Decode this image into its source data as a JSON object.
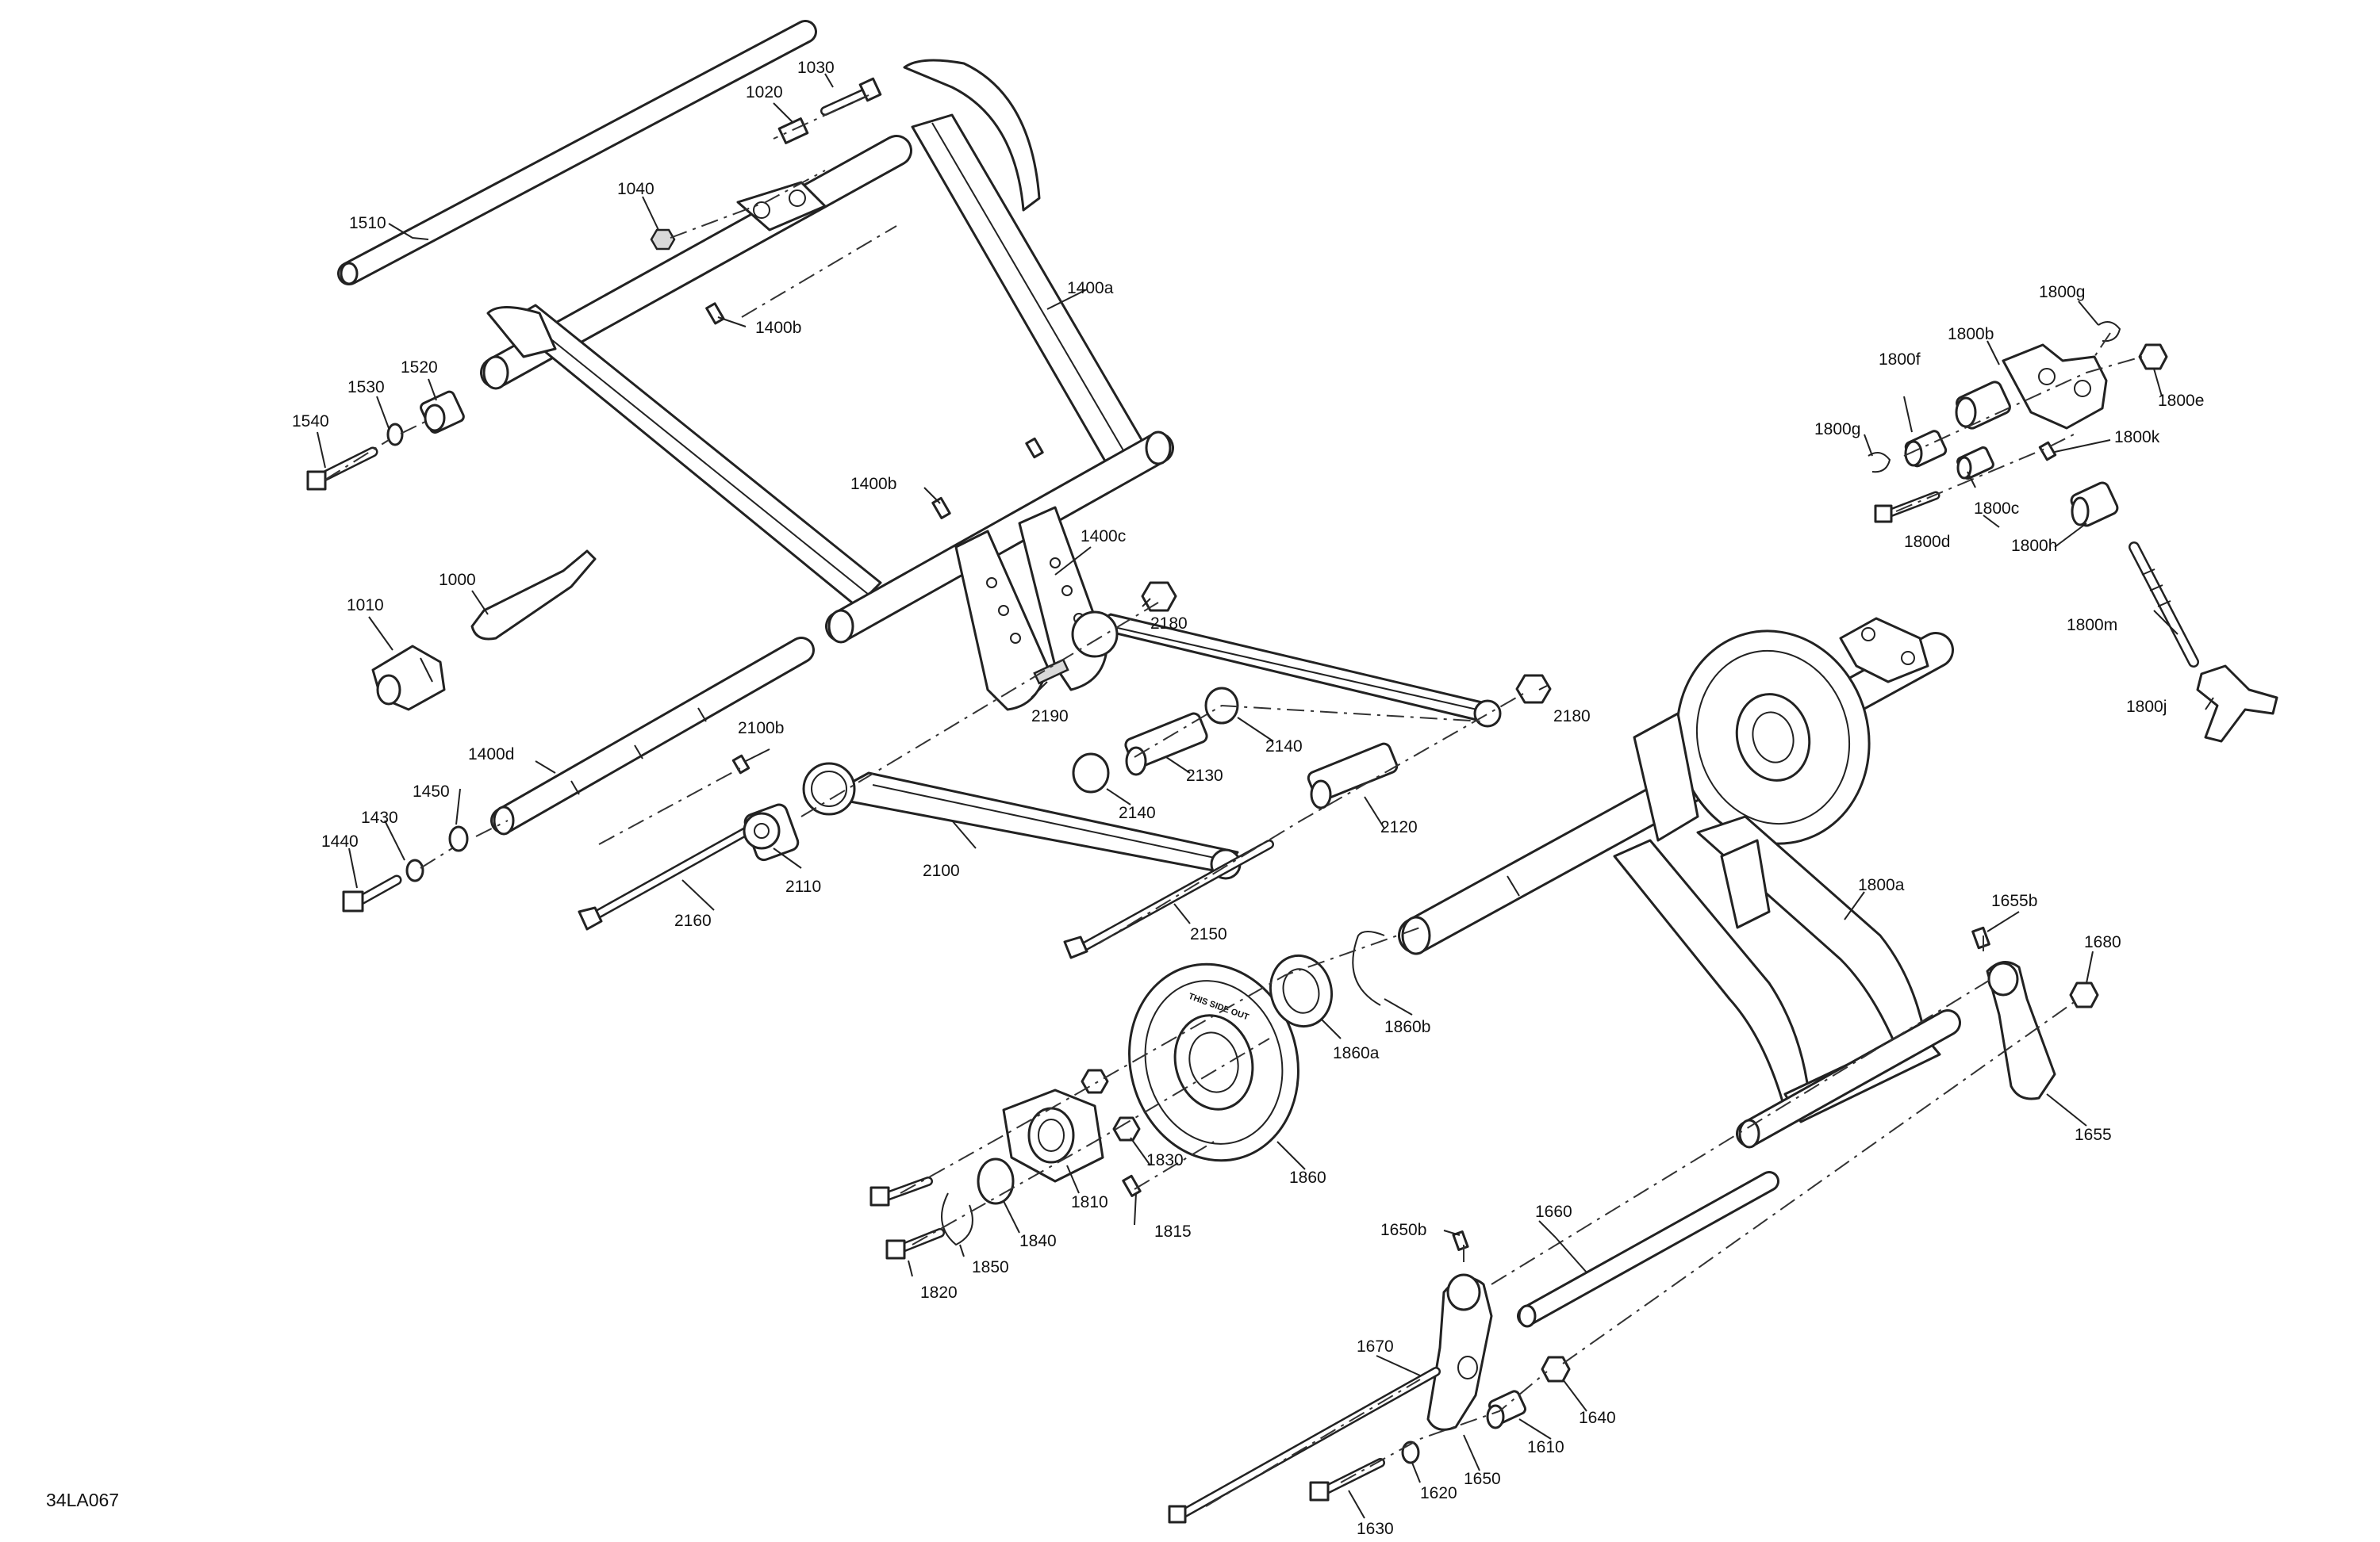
{
  "figure_ref": "34LA067",
  "parts": {
    "p1000": "1000",
    "p1010": "1010",
    "p1020": "1020",
    "p1030": "1030",
    "p1040": "1040",
    "p1400a": "1400a",
    "p1400b_top": "1400b",
    "p1400b_mid": "1400b",
    "p1400c": "1400c",
    "p1400d": "1400d",
    "p1430": "1430",
    "p1440": "1440",
    "p1450": "1450",
    "p1510": "1510",
    "p1520": "1520",
    "p1530": "1530",
    "p1540": "1540",
    "p1610": "1610",
    "p1620": "1620",
    "p1630": "1630",
    "p1640": "1640",
    "p1650": "1650",
    "p1650b": "1650b",
    "p1655": "1655",
    "p1655b": "1655b",
    "p1660": "1660",
    "p1670": "1670",
    "p1680": "1680",
    "p1800a": "1800a",
    "p1800b": "1800b",
    "p1800c": "1800c",
    "p1800d": "1800d",
    "p1800e": "1800e",
    "p1800f": "1800f",
    "p1800g_top": "1800g",
    "p1800g_left": "1800g",
    "p1800h": "1800h",
    "p1800j": "1800j",
    "p1800k": "1800k",
    "p1800m": "1800m",
    "p1810": "1810",
    "p1815": "1815",
    "p1820": "1820",
    "p1830": "1830",
    "p1840": "1840",
    "p1850": "1850",
    "p1860": "1860",
    "p1860a": "1860a",
    "p1860b": "1860b",
    "p2100": "2100",
    "p2100b": "2100b",
    "p2110": "2110",
    "p2120": "2120",
    "p2130": "2130",
    "p2140_top": "2140",
    "p2140_bot": "2140",
    "p2150": "2150",
    "p2160": "2160",
    "p2180_left": "2180",
    "p2180_right": "2180",
    "p2190": "2190"
  },
  "wheel_text": "THIS SIDE OUT"
}
